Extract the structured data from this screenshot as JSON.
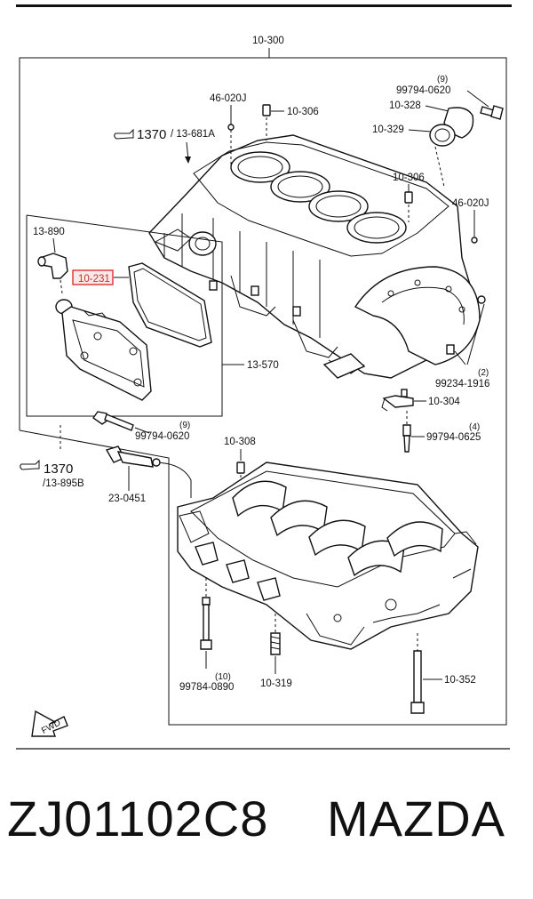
{
  "callouts": {
    "main_assembly": "10-300",
    "bolt_top_right_qty": "(9)",
    "bolt_top_right": "99794-0620",
    "plug_top": "46-020J",
    "cap_top": "10-306",
    "cover": "10-328",
    "gasket_cover": "10-329",
    "ref_top": "1370",
    "ref_top_sub": "/ 13-681A",
    "cap_right": "10-306",
    "plug_right": "46-020J",
    "hose_fitting": "13-890",
    "highlighted_part": "10-231",
    "oil_separator": "13-570",
    "dowel_qty": "(2)",
    "dowel": "99234-1916",
    "jet": "10-304",
    "bolt_jet_qty": "(4)",
    "bolt_jet": "99794-0625",
    "bolt_separator_qty": "(9)",
    "bolt_separator": "99794-0620",
    "cap_lower": "10-308",
    "ref_lower": "1370",
    "ref_lower_sub": "/13-895B",
    "sensor": "23-0451",
    "bolt_long_qty": "(10)",
    "bolt_long": "99784-0890",
    "stud": "10-319",
    "bolt_main": "10-352",
    "fwd": "FWD"
  },
  "caption": {
    "part_number": "ZJ01102C8",
    "brand": "MAZDA"
  },
  "colors": {
    "line": "#111111",
    "highlight": "#e02020",
    "highlight_fill": "#fde8e8"
  }
}
